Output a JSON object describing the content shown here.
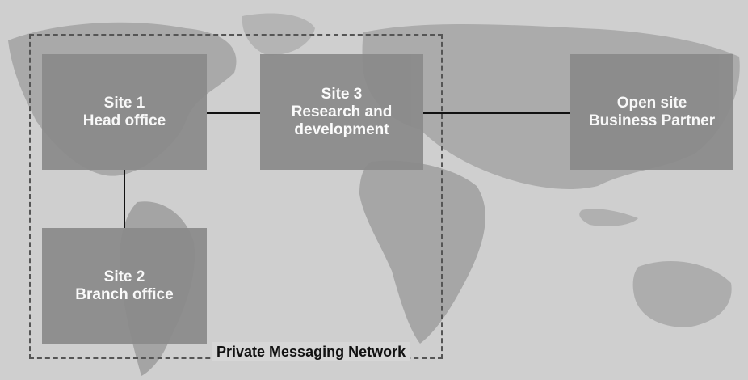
{
  "nodes": {
    "site1": {
      "line1": "Site 1",
      "line2": "Head office"
    },
    "site2": {
      "line1": "Site 2",
      "line2": "Branch office"
    },
    "site3": {
      "line1": "Site 3",
      "line2": "Research and",
      "line3": "development"
    },
    "open": {
      "line1": "Open site",
      "line2": "Business Partner"
    }
  },
  "network_label": "Private Messaging Network",
  "colors": {
    "node_fill": "#8a8a8a",
    "map_sea": "#c8c8c8",
    "map_land": "#a9a9a9",
    "line": "#111111",
    "dashed_border": "#555555"
  }
}
